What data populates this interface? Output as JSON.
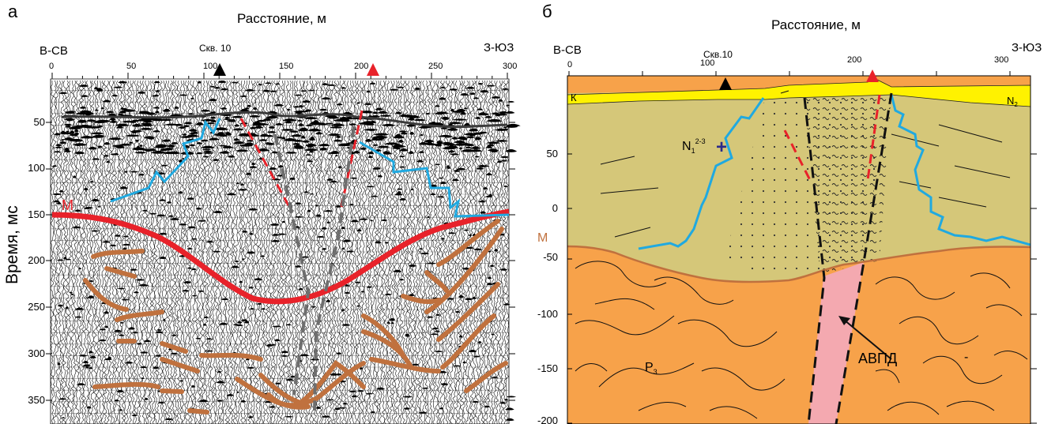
{
  "panel_a": {
    "label": "а",
    "title": "Расстояние, м",
    "dir_left": "В-СВ",
    "dir_right": "З-ЮЗ",
    "well_label": "Скв. 10",
    "y_label": "Время, мс",
    "x_ticks": [
      "0",
      "50",
      "100",
      "150",
      "200",
      "250",
      "300"
    ],
    "y_ticks": [
      "50",
      "100",
      "150",
      "200",
      "250",
      "300",
      "350"
    ],
    "m_label": "М",
    "colors": {
      "m_line": "#e8222a",
      "blue_line": "#20a9e0",
      "brown": "#c0713e",
      "fault_red": "#e8222a",
      "fault_gray": "#6e6e6e"
    }
  },
  "panel_b": {
    "label": "б",
    "title": "Расстояние, м",
    "dir_left": "В-СВ",
    "dir_right": "З-ЮЗ",
    "well_label": "Скв.10",
    "x_ticks": [
      "0",
      "100",
      "200",
      "300"
    ],
    "y_ticks": [
      "50",
      "0",
      "-50",
      "-100",
      "-150",
      "-200"
    ],
    "k_label": "К",
    "n2_label": "N",
    "n2_sub": "2",
    "n1_label": "N",
    "n1_sub": "1",
    "n1_sup": "2-3",
    "p3_label": "P",
    "p3_sub": "3",
    "m_label": "М",
    "avpd_label": "АВПД",
    "plus_mark": "+",
    "dash_mark": "-",
    "colors": {
      "topsoil": "#fff200",
      "neogene": "#d5c779",
      "paleogene": "#f7a24a",
      "anomaly": "#f4a9b0",
      "blue_line": "#20a9e0",
      "m_line": "#c0713e"
    }
  }
}
